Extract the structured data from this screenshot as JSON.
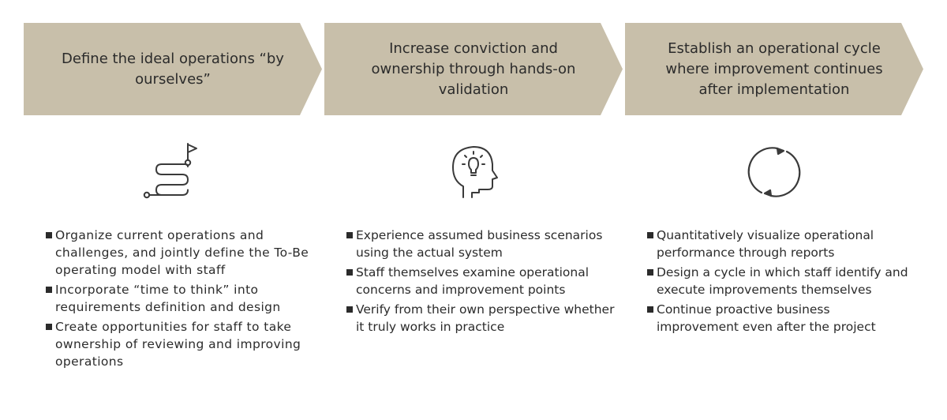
{
  "steps": [
    {
      "title": "Define the ideal operations “by ourselves”",
      "icon": "winding-path-flag-icon",
      "points": [
        "Organize current operations and challenges, and jointly define the To-Be operating model with staff",
        "Incorporate “time to think” into requirements definition and design",
        "Create opportunities for staff to take ownership of reviewing and improving operations"
      ]
    },
    {
      "title": "Increase conviction and ownership through hands-on validation",
      "icon": "head-lightbulb-icon",
      "points": [
        "Experience assumed business scenarios using the actual system",
        "Staff themselves examine operational concerns and improvement points",
        "Verify from their own perspective whether it truly works in practice"
      ]
    },
    {
      "title": "Establish an operational cycle where improvement continues after implementation",
      "icon": "cycle-arrows-icon",
      "points": [
        "Quantitatively visualize operational performance through reports",
        "Design a cycle in which staff identify and execute improvements themselves",
        "Continue proactive business improvement even after the project"
      ]
    }
  ],
  "colors": {
    "chevron_fill": "#c8bfaa",
    "text": "#2b2b2b",
    "icon_stroke": "#3a3a3a"
  }
}
